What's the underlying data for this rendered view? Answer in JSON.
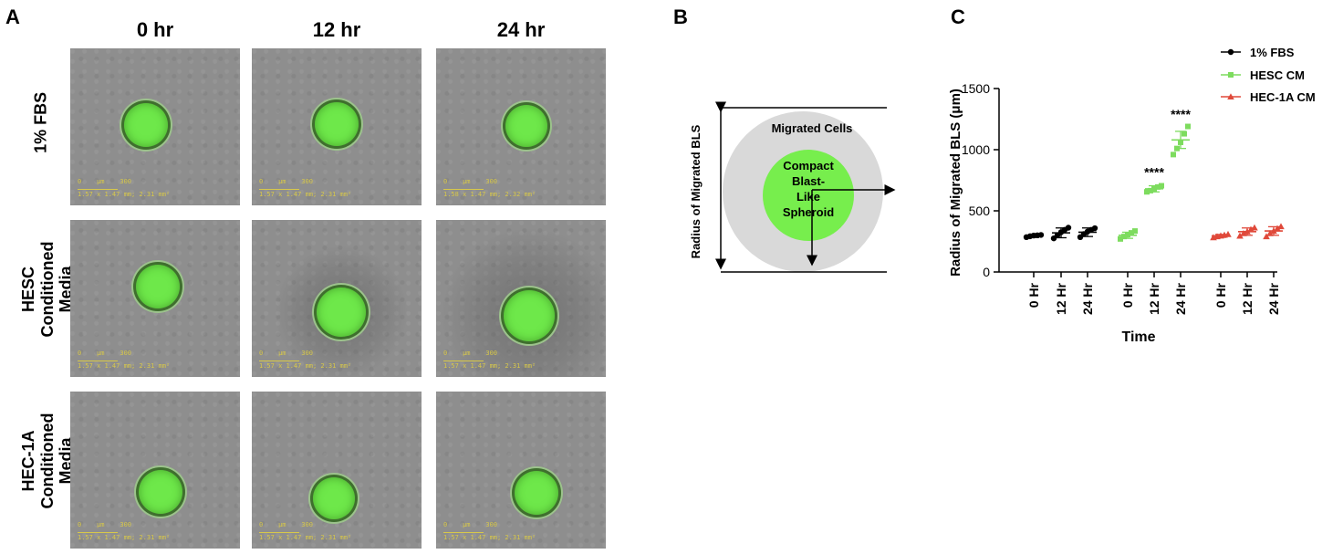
{
  "panel_a": {
    "letter": "A",
    "col_headers": [
      "0 hr",
      "12 hr",
      "24 hr"
    ],
    "row_headers": [
      "1% FBS",
      "HESC Conditioned Media",
      "HEC-1A Conditioned Media"
    ],
    "row_header_lines": [
      [
        "1% FBS"
      ],
      [
        "HESC",
        "Conditioned",
        "Media"
      ],
      [
        "HEC-1A",
        "Conditioned",
        "Media"
      ]
    ],
    "tile_colors": {
      "background": "#8e8e8e",
      "spheroid": "#6ee84a"
    },
    "scale_bar_label": "0    μm    300",
    "tile_info": [
      [
        "1.57 x 1.47 mm; 2.31 mm²",
        "1.57 x 1.47 mm; 2.31 mm²",
        "1.58 x 1.47 mm; 2.32 mm²"
      ],
      [
        "1.57 x 1.47 mm; 2.31 mm²",
        "1.57 x 1.47 mm; 2.31 mm²",
        "1.57 x 1.47 mm; 2.31 mm²"
      ],
      [
        "1.57 x 1.47 mm; 2.31 mm²",
        "1.57 x 1.47 mm; 2.31 mm²",
        "1.57 x 1.47 mm; 2.31 mm²"
      ]
    ]
  },
  "panel_b": {
    "letter": "B",
    "ylabel": "Radius of Migrated BLS",
    "outer_label": "Migrated Cells",
    "inner_label_lines": [
      "Compact",
      "Blast-",
      "Like",
      "Spheroid"
    ],
    "colors": {
      "outer": "#d9d9d9",
      "inner": "#77ee4d"
    }
  },
  "panel_c": {
    "letter": "C",
    "chart_data": {
      "type": "scatter",
      "title": "",
      "xlabel": "Time",
      "ylabel": "Radius of Migrated BLS (μm)",
      "ylim": [
        0,
        1500
      ],
      "yticks": [
        0,
        500,
        1000,
        1500
      ],
      "categories": [
        "0 Hr",
        "12 Hr",
        "24 Hr",
        "0 Hr",
        "12 Hr",
        "24 Hr",
        "0 Hr",
        "12 Hr",
        "24 Hr"
      ],
      "legend_position": "top-right",
      "series": [
        {
          "name": "1% FBS",
          "color": "#000000",
          "marker": "circle",
          "categories": [
            "0 Hr",
            "12 Hr",
            "24 Hr"
          ],
          "means": [
            295,
            320,
            325
          ],
          "errors": [
            12,
            40,
            35
          ],
          "points": [
            [
              285,
              292,
              298,
              300,
              303
            ],
            [
              275,
              300,
              325,
              345,
              362
            ],
            [
              285,
              310,
              330,
              345,
              358
            ]
          ]
        },
        {
          "name": "HESC CM",
          "color": "#7ddc5e",
          "marker": "square",
          "categories": [
            "0 Hr",
            "12 Hr",
            "24 Hr"
          ],
          "means": [
            300,
            680,
            1080
          ],
          "errors": [
            25,
            25,
            70
          ],
          "points": [
            [
              270,
              290,
              305,
              320,
              335
            ],
            [
              655,
              665,
              680,
              695,
              705
            ],
            [
              960,
              1010,
              1060,
              1130,
              1190
            ]
          ]
        },
        {
          "name": "HEC-1A CM",
          "color": "#e0493a",
          "marker": "triangle",
          "categories": [
            "0 Hr",
            "12 Hr",
            "24 Hr"
          ],
          "means": [
            295,
            330,
            335
          ],
          "errors": [
            12,
            30,
            35
          ],
          "points": [
            [
              282,
              290,
              296,
              302,
              308
            ],
            [
              295,
              315,
              330,
              348,
              362
            ],
            [
              290,
              315,
              335,
              355,
              372
            ]
          ]
        }
      ],
      "annotations": [
        {
          "text": "****",
          "series": "HESC CM",
          "category": "12 Hr",
          "y": 780
        },
        {
          "text": "****",
          "series": "HESC CM",
          "category": "24 Hr",
          "y": 1255
        }
      ]
    }
  }
}
